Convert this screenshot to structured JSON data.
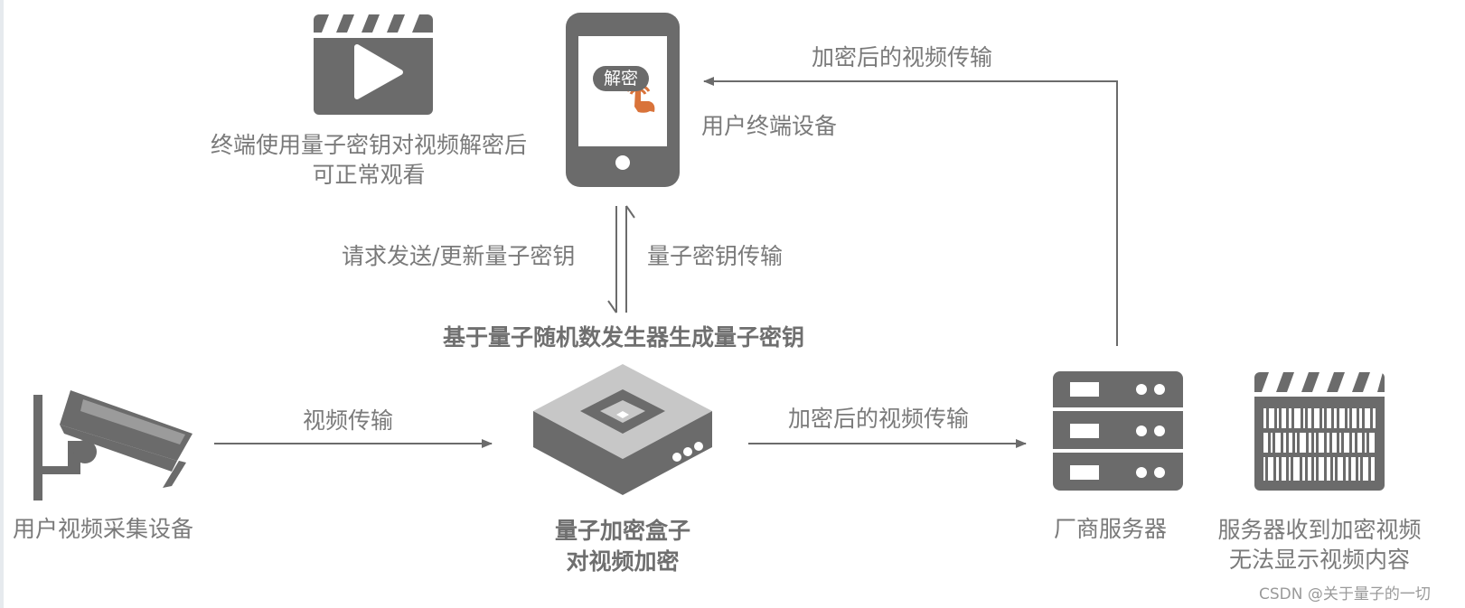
{
  "labels": {
    "terminal_caption_line1": "终端使用量子密钥对视频解密后",
    "terminal_caption_line2": "可正常观看",
    "phone_button": "解密",
    "user_terminal": "用户终端设备",
    "top_arrow": "加密后的视频传输",
    "request_key": "请求发送/更新量子密钥",
    "key_transfer": "量子密钥传输",
    "qrng_title": "基于量子随机数发生器生成量子密钥",
    "video_transfer": "视频传输",
    "encrypted_transfer": "加密后的视频传输",
    "camera_caption": "用户视频采集设备",
    "box_caption_line1": "量子加密盒子",
    "box_caption_line2": "对视频加密",
    "server_caption": "厂商服务器",
    "scrambled_caption_line1": "服务器收到加密视频",
    "scrambled_caption_line2": "无法显示视频内容"
  },
  "watermark": "CSDN @关于量子的一切",
  "colors": {
    "icon": "#6b6b6b",
    "text": "#7a7a7a",
    "arrow": "#6b6b6b",
    "touch_accent": "#d9733a"
  }
}
